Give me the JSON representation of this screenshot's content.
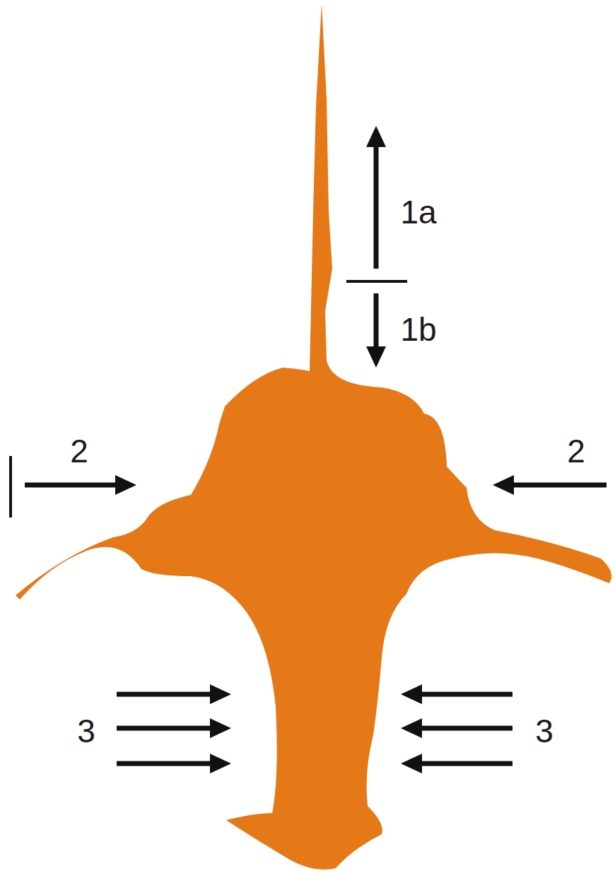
{
  "diagram": {
    "labels": [
      "1a",
      "1b",
      "2",
      "2",
      "3",
      "3"
    ]
  }
}
